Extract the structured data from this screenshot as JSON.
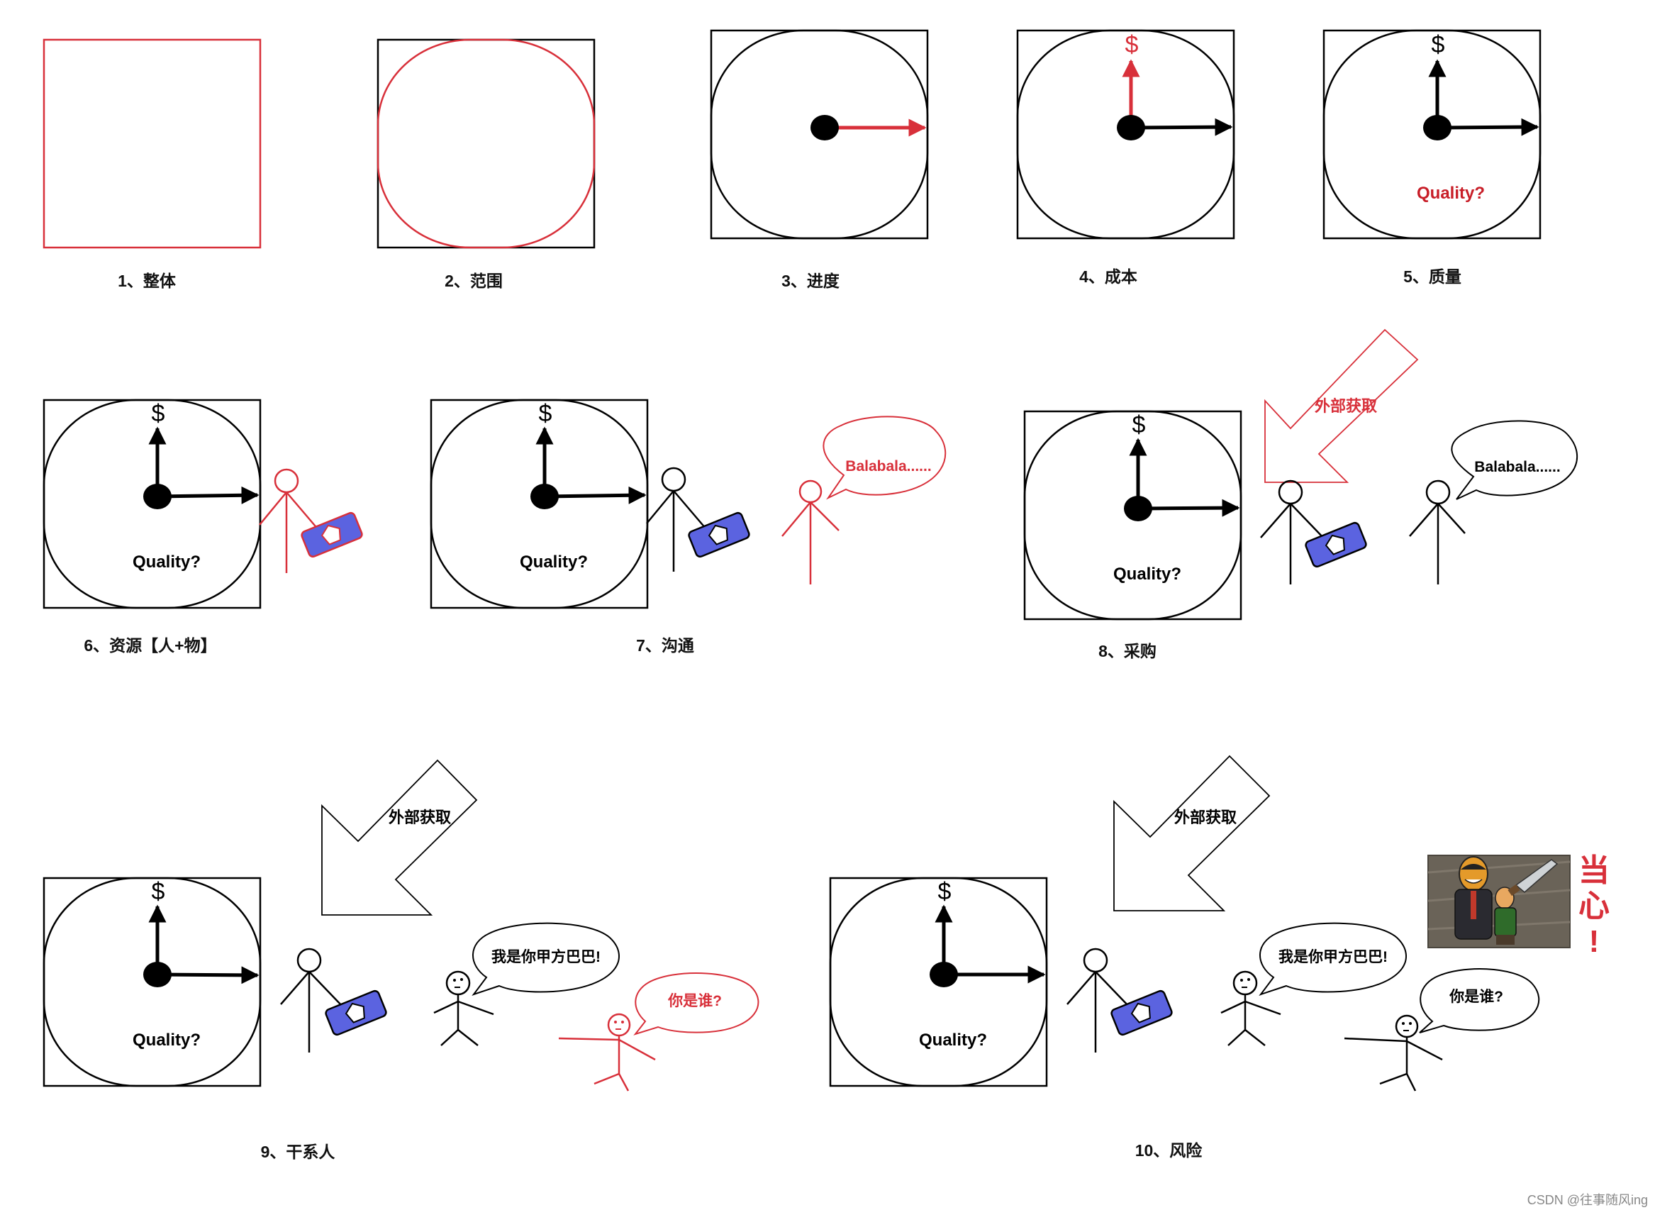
{
  "colors": {
    "red": "#d8303a",
    "black": "#000000",
    "box_blue": "#5b63e0"
  },
  "panels": [
    {
      "id": "p1",
      "caption": "1、整体"
    },
    {
      "id": "p2",
      "caption": "2、范围"
    },
    {
      "id": "p3",
      "caption": "3、进度"
    },
    {
      "id": "p4",
      "caption": "4、成本",
      "dollar": "$"
    },
    {
      "id": "p5",
      "caption": "5、质量",
      "dollar": "$",
      "quality": "Quality?"
    },
    {
      "id": "p6",
      "caption": "6、资源【人+物】",
      "dollar": "$",
      "quality": "Quality?"
    },
    {
      "id": "p7",
      "caption": "7、沟通",
      "dollar": "$",
      "quality": "Quality?",
      "speech": "Balabala......"
    },
    {
      "id": "p8",
      "caption": "8、采购",
      "dollar": "$",
      "quality": "Quality?",
      "arrow_label": "外部获取",
      "speech": "Balabala......"
    },
    {
      "id": "p9",
      "caption": "9、干系人",
      "dollar": "$",
      "quality": "Quality?",
      "arrow_label": "外部获取",
      "speech1": "我是你甲方巴巴!",
      "speech2": "你是谁?"
    },
    {
      "id": "p10",
      "caption": "10、风险",
      "dollar": "$",
      "quality": "Quality?",
      "arrow_label": "外部获取",
      "speech1": "我是你甲方巴巴!",
      "speech2": "你是谁?",
      "warning": [
        "当",
        "心",
        "!"
      ]
    }
  ],
  "credit": "CSDN @往事随风ing"
}
